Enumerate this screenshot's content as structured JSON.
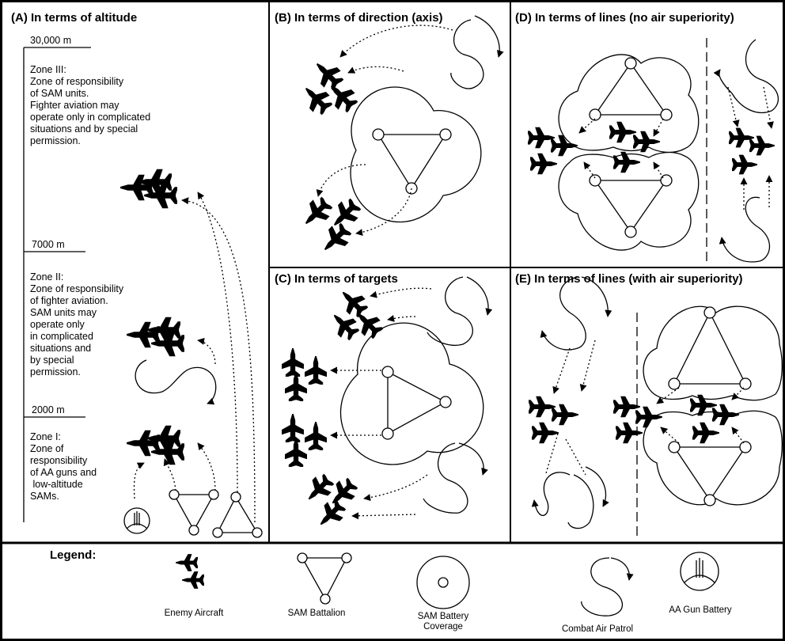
{
  "panels": {
    "a": {
      "title": "(A) In terms of altitude",
      "altitudes": [
        "30,000 m",
        "7000 m",
        "2000 m"
      ],
      "zone3": [
        "Zone III:",
        "Zone of responsibility",
        "of SAM units.",
        "Fighter aviation may",
        "operate only in complicated",
        "situations and by special",
        "permission."
      ],
      "zone2": [
        "Zone II:",
        "Zone of responsibility",
        "of fighter aviation.",
        "SAM units may",
        "operate only",
        "in complicated",
        "situations and",
        "by special",
        "permission."
      ],
      "zone1": [
        "Zone I:",
        "Zone of",
        "responsibility",
        "of AA guns and",
        " low-altitude",
        "SAMs."
      ]
    },
    "b": {
      "title": "(B) In terms of direction (axis)"
    },
    "c": {
      "title": "(C) In terms of targets"
    },
    "d": {
      "title": "(D) In terms of lines (no air superiority)"
    },
    "e": {
      "title": "(E) In terms of lines (with air superiority)"
    }
  },
  "legend": {
    "title": "Legend:",
    "items": [
      {
        "icon": "enemy-aircraft-icon",
        "label": "Enemy Aircraft"
      },
      {
        "icon": "sam-battalion-icon",
        "label": "SAM Battalion"
      },
      {
        "icon": "sam-battery-coverage-icon",
        "label": "SAM Battery Coverage"
      },
      {
        "icon": "combat-air-patrol-icon",
        "label": "Combat Air Patrol"
      },
      {
        "icon": "aa-gun-battery-icon",
        "label": "AA Gun Battery"
      }
    ]
  }
}
